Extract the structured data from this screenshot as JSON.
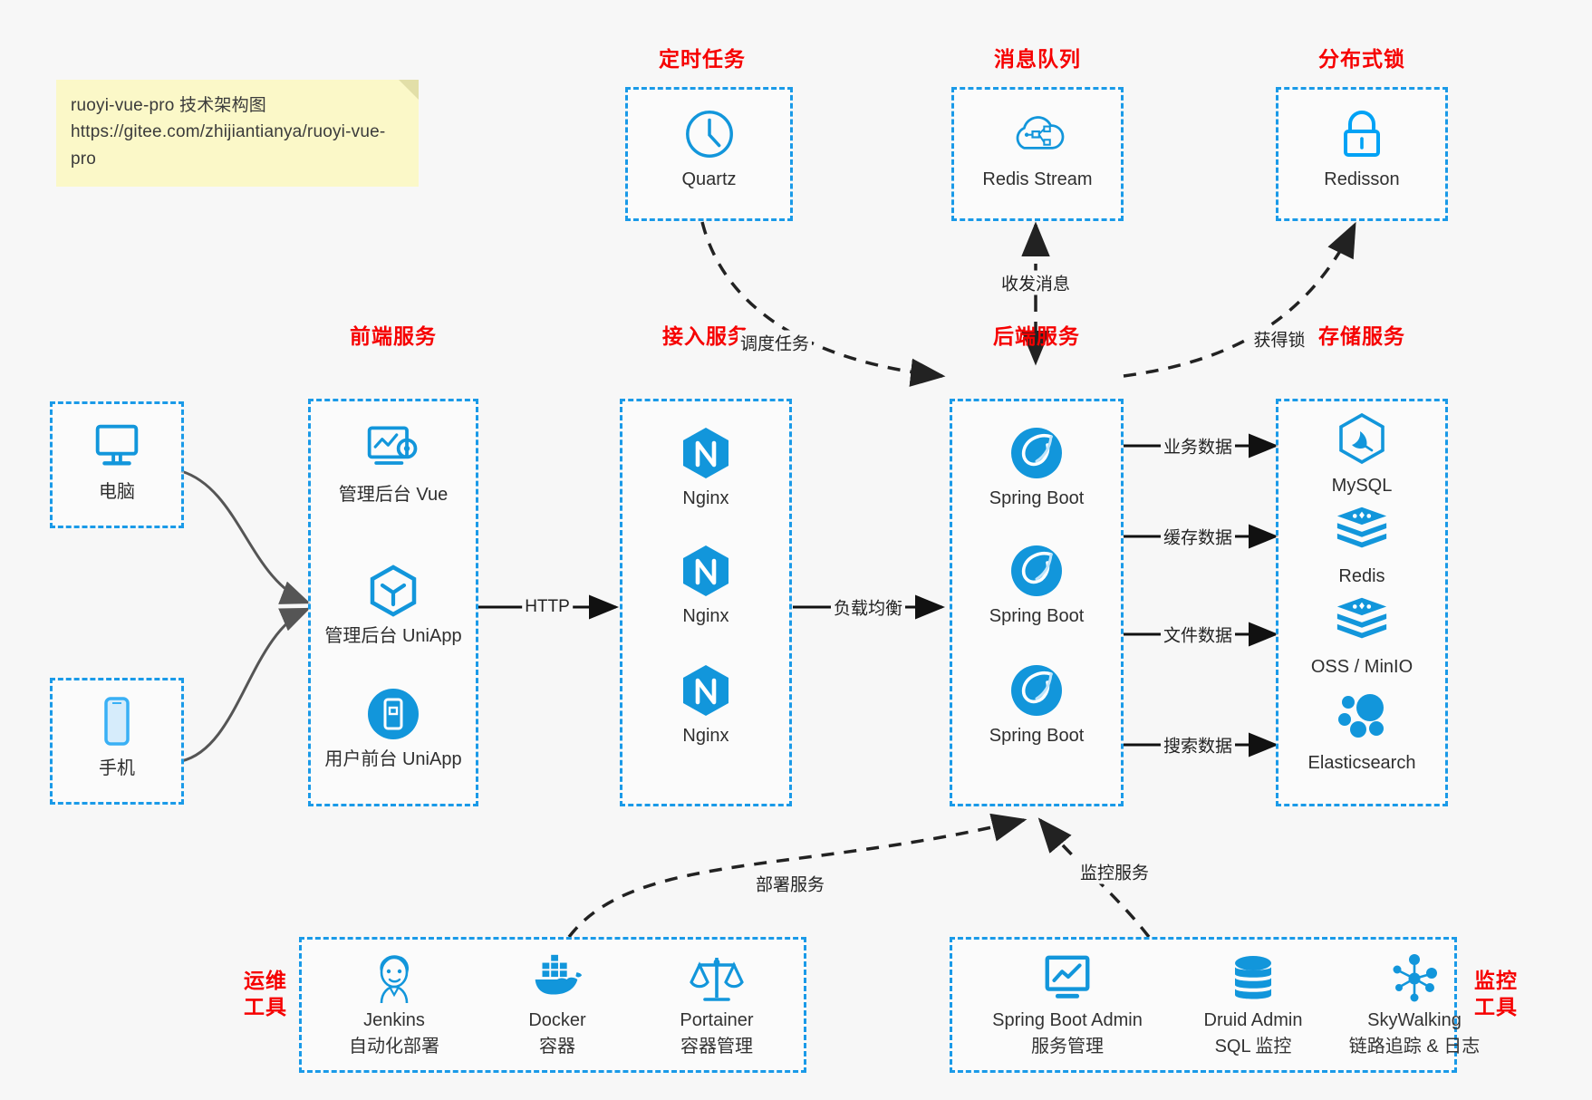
{
  "note": {
    "line1": "ruoyi-vue-pro 技术架构图",
    "line2": "https://gitee.com/zhijiantianya/ruoyi-vue-pro"
  },
  "colors": {
    "group_border": "#1a9ae8",
    "group_title": "#f60000",
    "icon_blue": "#1296db",
    "background": "#f7f7f7",
    "note_bg": "#fbf8c8",
    "arrow_solid": "#111111",
    "arrow_curve": "#555555"
  },
  "groups": {
    "scheduler": {
      "title": "定时任务",
      "nodes": [
        {
          "label": "Quartz",
          "icon": "clock-icon"
        }
      ]
    },
    "mq": {
      "title": "消息队列",
      "nodes": [
        {
          "label": "Redis Stream",
          "icon": "cloud-stream-icon"
        }
      ]
    },
    "lock": {
      "title": "分布式锁",
      "nodes": [
        {
          "label": "Redisson",
          "icon": "lock-icon"
        }
      ]
    },
    "client_pc": {
      "title": "",
      "nodes": [
        {
          "label": "电脑",
          "icon": "desktop-icon"
        }
      ]
    },
    "client_mobile": {
      "title": "",
      "nodes": [
        {
          "label": "手机",
          "icon": "phone-icon"
        }
      ]
    },
    "frontend": {
      "title": "前端服务",
      "nodes": [
        {
          "label": "管理后台 Vue",
          "icon": "dashboard-gear-icon"
        },
        {
          "label": "管理后台 UniApp",
          "icon": "cube-icon"
        },
        {
          "label": "用户前台 UniApp",
          "icon": "mobile-app-icon"
        }
      ]
    },
    "gateway": {
      "title": "接入服务",
      "nodes": [
        {
          "label": "Nginx",
          "icon": "nginx-icon"
        },
        {
          "label": "Nginx",
          "icon": "nginx-icon"
        },
        {
          "label": "Nginx",
          "icon": "nginx-icon"
        }
      ]
    },
    "backend": {
      "title": "后端服务",
      "nodes": [
        {
          "label": "Spring Boot",
          "icon": "spring-icon"
        },
        {
          "label": "Spring Boot",
          "icon": "spring-icon"
        },
        {
          "label": "Spring Boot",
          "icon": "spring-icon"
        }
      ]
    },
    "storage": {
      "title": "存储服务",
      "nodes": [
        {
          "label": "MySQL",
          "icon": "mysql-icon"
        },
        {
          "label": "Redis",
          "icon": "redis-icon"
        },
        {
          "label": "OSS / MinIO",
          "icon": "oss-icon"
        },
        {
          "label": "Elasticsearch",
          "icon": "elasticsearch-icon"
        }
      ]
    },
    "devops": {
      "title": "运维\n工具",
      "title_line1": "运维",
      "title_line2": "工具",
      "nodes": [
        {
          "label": "Jenkins",
          "sub": "自动化部署",
          "icon": "jenkins-icon"
        },
        {
          "label": "Docker",
          "sub": "容器",
          "icon": "docker-icon"
        },
        {
          "label": "Portainer",
          "sub": "容器管理",
          "icon": "scale-icon"
        }
      ]
    },
    "monitor": {
      "title_line1": "监控",
      "title_line2": "工具",
      "nodes": [
        {
          "label": "Spring Boot Admin",
          "sub": "服务管理",
          "icon": "monitor-chart-icon"
        },
        {
          "label": "Druid Admin",
          "sub": "SQL 监控",
          "icon": "database-icon"
        },
        {
          "label": "SkyWalking",
          "sub": "链路追踪 & 日志",
          "icon": "network-nodes-icon"
        }
      ]
    }
  },
  "edges": [
    {
      "name": "pc-to-frontend",
      "label": "",
      "style": "curve-solid"
    },
    {
      "name": "mobile-to-frontend",
      "label": "",
      "style": "curve-solid"
    },
    {
      "name": "frontend-to-gateway",
      "label": "HTTP",
      "style": "straight-solid"
    },
    {
      "name": "gateway-to-backend",
      "label": "负载均衡",
      "style": "straight-solid"
    },
    {
      "name": "quartz-to-backend",
      "label": "调度任务",
      "style": "curve-dashed"
    },
    {
      "name": "mq-backend",
      "label": "收发消息",
      "style": "bi-dashed"
    },
    {
      "name": "backend-to-lock",
      "label": "获得锁",
      "style": "curve-dashed"
    },
    {
      "name": "backend-to-mysql",
      "label": "业务数据",
      "style": "straight-solid"
    },
    {
      "name": "backend-to-redis",
      "label": "缓存数据",
      "style": "straight-solid"
    },
    {
      "name": "backend-to-oss",
      "label": "文件数据",
      "style": "straight-solid"
    },
    {
      "name": "backend-to-es",
      "label": "搜索数据",
      "style": "straight-solid"
    },
    {
      "name": "devops-to-backend",
      "label": "部署服务",
      "style": "curve-dashed"
    },
    {
      "name": "monitor-to-backend",
      "label": "监控服务",
      "style": "curve-dashed"
    }
  ]
}
